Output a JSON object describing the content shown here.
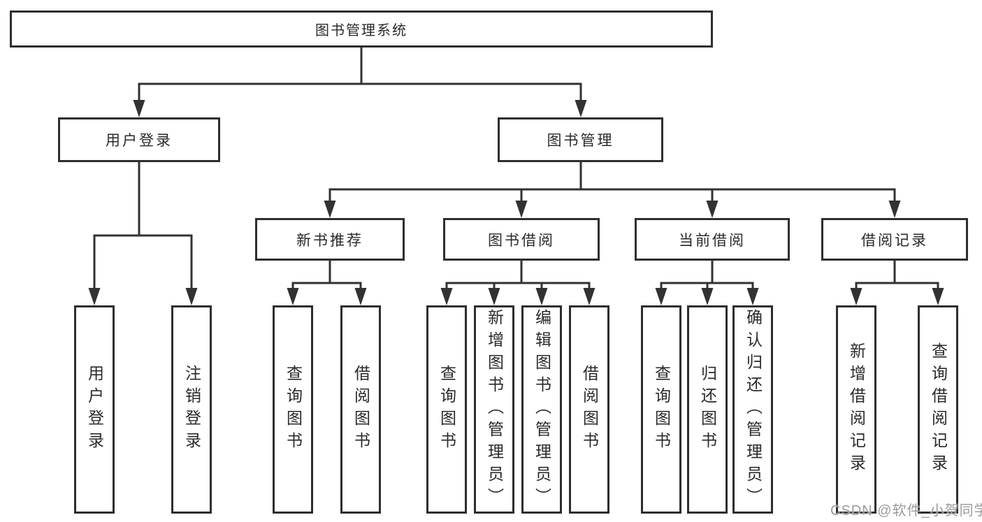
{
  "tree": {
    "root": {
      "label": "图书管理系统"
    },
    "branches": [
      {
        "label": "用户登录",
        "children": [
          {
            "label": "用户登录"
          },
          {
            "label": "注销登录"
          }
        ]
      },
      {
        "label": "图书管理",
        "children": [
          {
            "label": "新书推荐",
            "children": [
              {
                "label": "查询图书"
              },
              {
                "label": "借阅图书"
              }
            ]
          },
          {
            "label": "图书借阅",
            "children": [
              {
                "label": "查询图书"
              },
              {
                "label": "新增图书（管理员）"
              },
              {
                "label": "编辑图书（管理员）"
              },
              {
                "label": "借阅图书"
              }
            ]
          },
          {
            "label": "当前借阅",
            "children": [
              {
                "label": "查询图书"
              },
              {
                "label": "归还图书"
              },
              {
                "label": "确认归还（管理员）"
              }
            ]
          },
          {
            "label": "借阅记录",
            "children": [
              {
                "label": "新增借阅记录"
              },
              {
                "label": "查询借阅记录"
              }
            ]
          }
        ]
      }
    ]
  },
  "watermark": {
    "text": "CSDN @软件_小贺同学"
  },
  "colors": {
    "line": "#323232",
    "box_border": "#2e2e2e",
    "text": "#2a2a2a",
    "watermark": "#9b9b9b",
    "background": "#ffffff"
  }
}
